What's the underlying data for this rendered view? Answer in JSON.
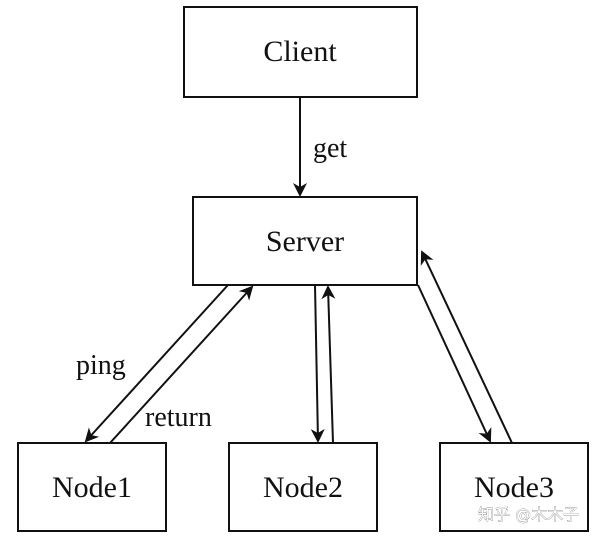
{
  "nodes": {
    "client": "Client",
    "server": "Server",
    "node1": "Node1",
    "node2": "Node2",
    "node3": "Node3"
  },
  "edges": {
    "get": "get",
    "ping": "ping",
    "return": "return"
  },
  "watermark": "知乎 @木木子"
}
